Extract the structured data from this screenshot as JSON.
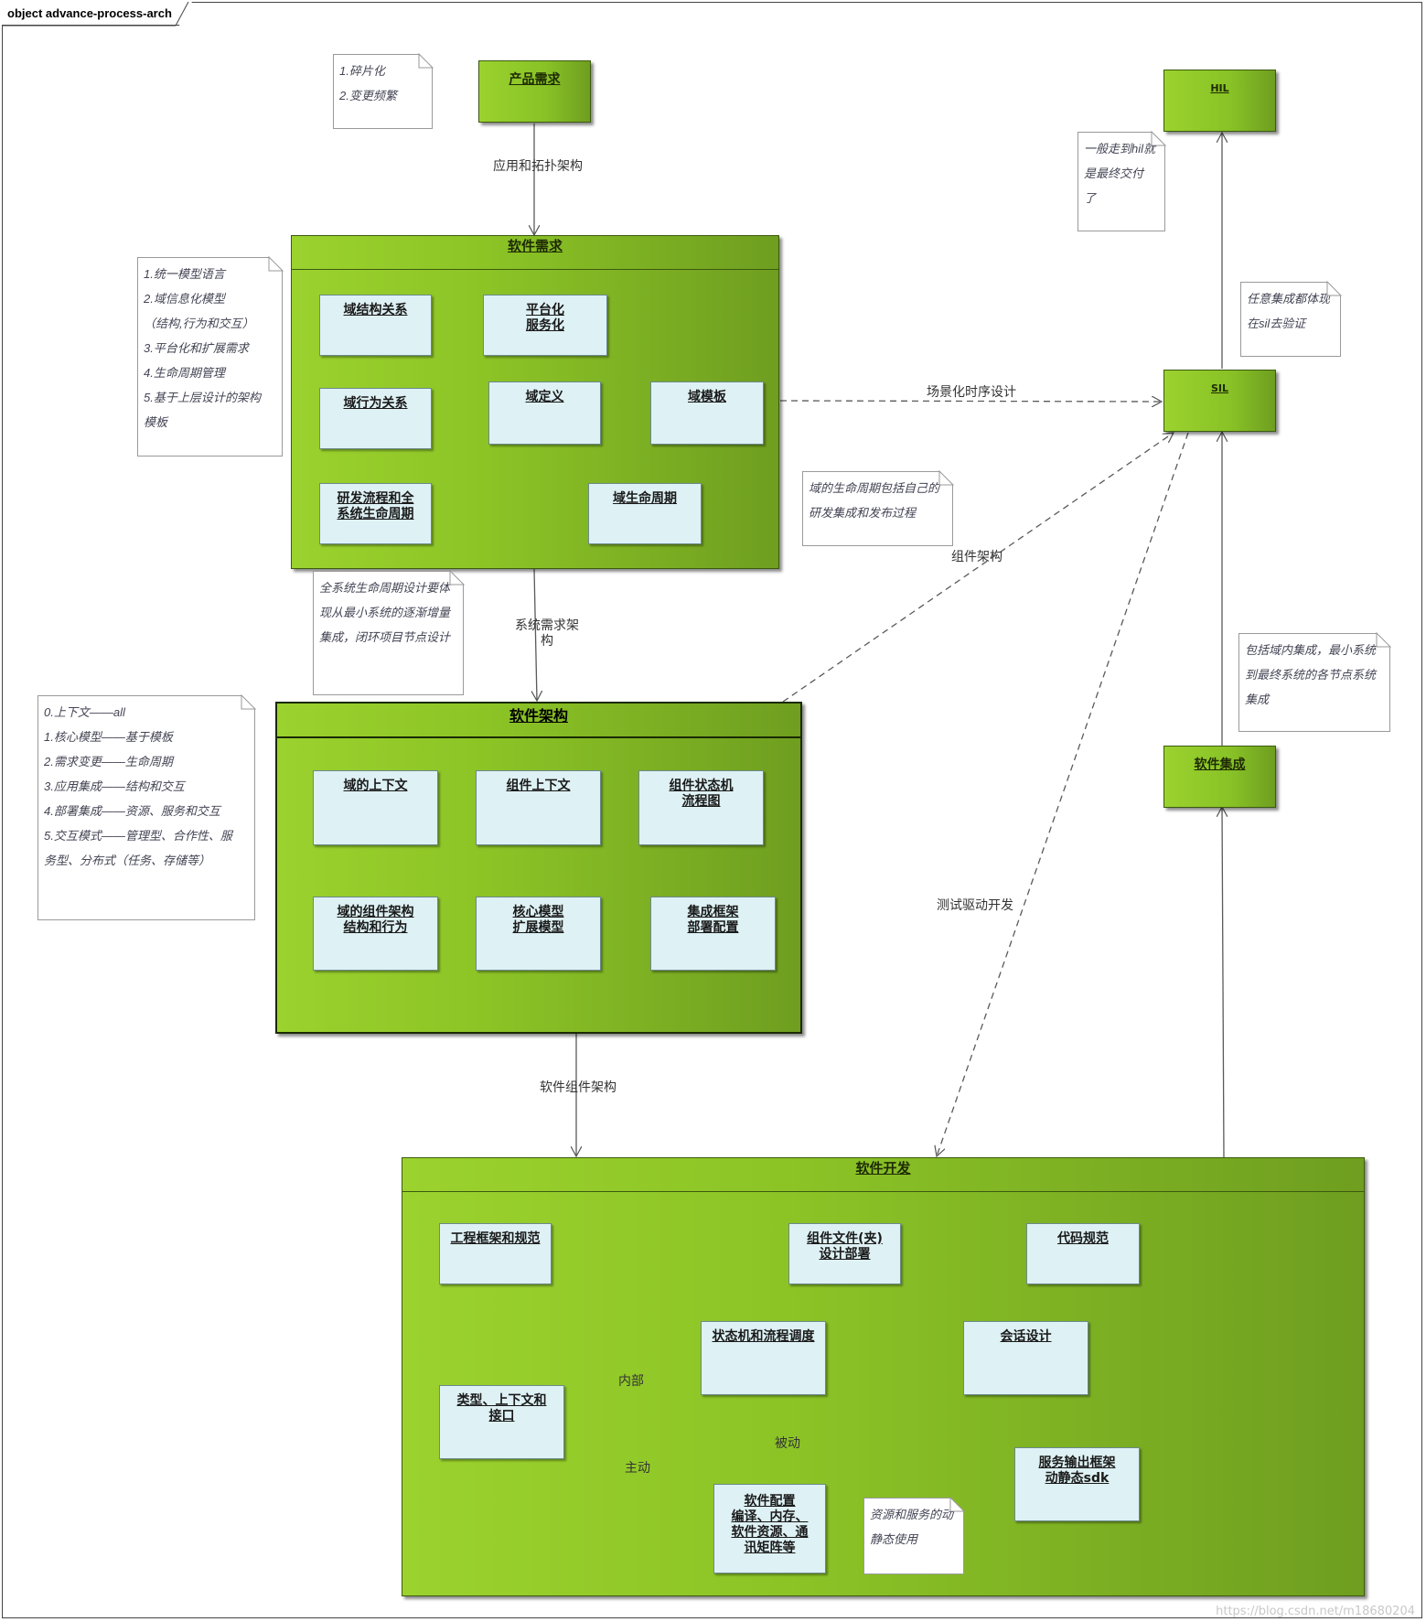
{
  "frame": {
    "title": "object advance-process-arch"
  },
  "packages": {
    "product_req": "产品需求",
    "sw_req": "软件需求",
    "sw_arch": "软件架构",
    "sw_dev": "软件开发",
    "hil": "HIL",
    "sil": "SIL",
    "sw_integ": "软件集成"
  },
  "objects": {
    "domain_struct": "域结构关系",
    "platform_line1": "平台化",
    "platform_line2": "服务化",
    "domain_behavior": "域行为关系",
    "domain_def": "域定义",
    "domain_template": "域模板",
    "rd_process_line1": "研发流程和全",
    "rd_process_line2": "系统生命周期",
    "domain_lifecycle": "域生命周期",
    "domain_context": "域的上下文",
    "comp_context": "组件上下文",
    "comp_state_line1": "组件状态机",
    "comp_state_line2": "流程图",
    "domain_comp_line1": "域的组件架构",
    "domain_comp_line2": "结构和行为",
    "core_model_line1": "核心模型",
    "core_model_line2": "扩展模型",
    "integ_fw_line1": "集成框架",
    "integ_fw_line2": "部署配置",
    "eng_fw": "工程框架和规范",
    "comp_file_line1": "组件文件(夹)",
    "comp_file_line2": "设计部署",
    "code_std": "代码规范",
    "state_machine": "状态机和流程调度",
    "session": "会话设计",
    "types_line1": "类型、上下文和",
    "types_line2": "接口",
    "service_out_line1": "服务输出框架",
    "service_out_line2": "动静态sdk",
    "sw_config_line1": "软件配置",
    "sw_config_line2": "编译、内存、",
    "sw_config_line3": "软件资源、通",
    "sw_config_line4": "讯矩阵等"
  },
  "notes": {
    "n1": [
      "1.碎片化",
      "2.变更频繁"
    ],
    "n2": [
      "1.统一模型语言",
      "2.域信息化模型",
      "（结构,行为和交互）",
      "3.平台化和扩展需求",
      "4.生命周期管理",
      "5.基于上层设计的架构",
      "模板"
    ],
    "n3": [
      "全系统生命周期设计要体",
      "现从最小系统的逐渐增量",
      "集成，闭环项目节点设计"
    ],
    "n4": [
      "0.上下文——all",
      "1.核心模型——基于模板",
      "2.需求变更——生命周期",
      "3.应用集成——结构和交互",
      "4.部署集成——资源、服务和交互",
      "5.交互模式——管理型、合作性、服",
      "务型、分布式（任务、存储等）"
    ],
    "n5": [
      "一般走到hil就",
      "是最终交付",
      "了"
    ],
    "n6": [
      "任意集成都体现",
      "在sil去验证"
    ],
    "n7": [
      "域的生命周期包括自己的",
      "研发集成和发布过程"
    ],
    "n8": [
      "包括域内集成，最小系统",
      "到最终系统的各节点系统",
      "集成"
    ],
    "n9": [
      "资源和服务的动",
      "静态使用"
    ]
  },
  "edge_labels": {
    "app_topo": "应用和拓扑架构",
    "scenario": "场景化时序设计",
    "component": "组件架构",
    "sys_req_line1": "系统需求架",
    "sys_req_line2": "构",
    "sw_comp": "软件组件架构",
    "tdd": "测试驱动开发",
    "internal": "内部",
    "passive": "被动",
    "active": "主动"
  },
  "watermark": "https://blog.csdn.net/m18680204",
  "colors": {
    "package_green": "#8cc426",
    "object_fill": "#def1f4",
    "line": "#555555"
  }
}
